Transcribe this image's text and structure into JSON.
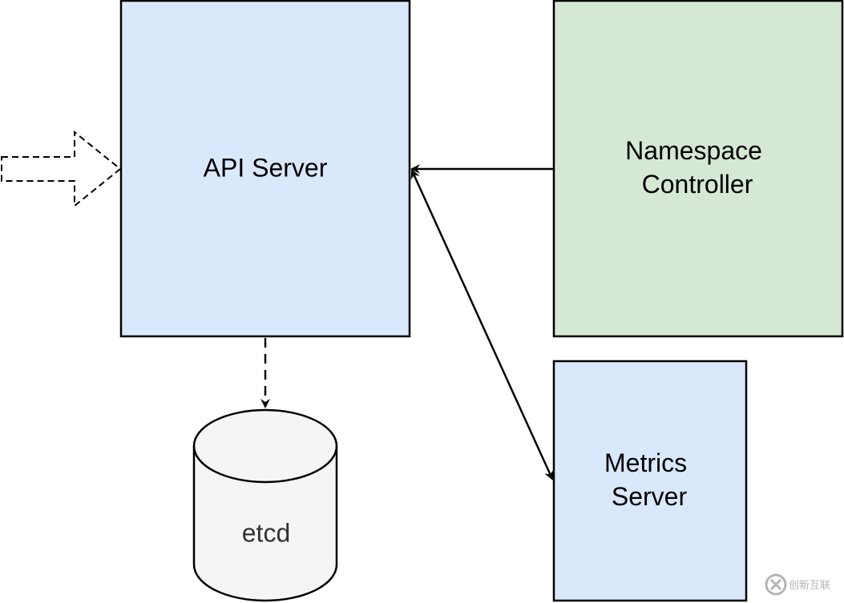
{
  "nodes": {
    "api_server": {
      "label": "API Server",
      "fill": "#dae8fc"
    },
    "namespace_controller": {
      "label_lines": [
        "Namespace",
        "Controller"
      ],
      "fill": "#d5e8d4"
    },
    "metrics_server": {
      "label_lines": [
        "Metrics",
        "Server"
      ],
      "fill": "#dae8fc"
    },
    "etcd": {
      "label": "etcd",
      "fill": "#f5f5f5"
    }
  },
  "edges": [
    {
      "from": "external-request",
      "to": "api_server",
      "style": "dashed-block-arrow"
    },
    {
      "from": "namespace_controller",
      "to": "api_server",
      "style": "solid"
    },
    {
      "from": "api_server",
      "to": "metrics_server",
      "style": "solid-bidirectional"
    },
    {
      "from": "api_server",
      "to": "etcd",
      "style": "dashed"
    }
  ],
  "watermark": {
    "text": "创新互联",
    "icon": "watermark-logo-icon"
  },
  "colors": {
    "stroke": "#000000",
    "watermark": "#a7a7a7"
  }
}
